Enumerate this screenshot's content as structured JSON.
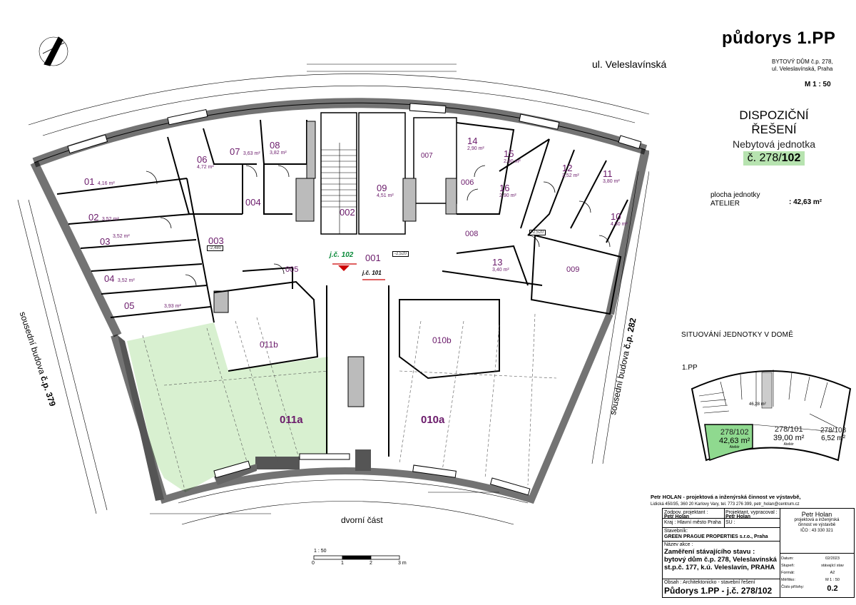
{
  "header": {
    "title": "půdorys 1.PP",
    "building_line1": "BYTOVÝ DŮM č.p. 278,",
    "building_line2": "ul. Veleslavínská, Praha",
    "scale": "M 1 : 50"
  },
  "disposition": {
    "line1": "DISPOZIČNÍ",
    "line2": "ŘEŠENÍ",
    "line3": "Nebytová  jednotka",
    "line4_prefix": "č. 278/",
    "line4_unit": "102"
  },
  "unit_area": {
    "label1": "plocha jednotky",
    "label2": "ATELIER",
    "value": ":  42,63 m²"
  },
  "streets": {
    "top": "ul. Veleslavínská",
    "left_prefix": "sousední budova ",
    "left_cp": "č.p. 379",
    "right_prefix": "sousední budova ",
    "right_cp": "č.p. 282",
    "courtyard": "dvorní část"
  },
  "rooms": [
    {
      "id": "01",
      "area": "4,16 m²"
    },
    {
      "id": "02",
      "area": "3,52 m²"
    },
    {
      "id": "03",
      "area": "3,52 m²"
    },
    {
      "id": "04",
      "area": "3,52 m²"
    },
    {
      "id": "05",
      "area": "3,93 m²"
    },
    {
      "id": "06",
      "area": "4,72 m²"
    },
    {
      "id": "07",
      "area": "3,63 m²"
    },
    {
      "id": "08",
      "area": "3,82 m²"
    },
    {
      "id": "09",
      "area": "4,51 m²"
    },
    {
      "id": "007",
      "area": ""
    },
    {
      "id": "14",
      "area": "2,90 m²"
    },
    {
      "id": "15",
      "area": "2,90 m²"
    },
    {
      "id": "16",
      "area": "2,90 m²"
    },
    {
      "id": "12",
      "area": "3,52 m²"
    },
    {
      "id": "11",
      "area": "3,80 m²"
    },
    {
      "id": "10",
      "area": "4,50 m²"
    },
    {
      "id": "13",
      "area": "3,40 m²"
    }
  ],
  "corridors": [
    "001",
    "002",
    "003",
    "004",
    "005",
    "006",
    "008",
    "009",
    "010b",
    "011b"
  ],
  "big_rooms": [
    "011a",
    "010a"
  ],
  "levels": [
    "-2,480",
    "-2,520",
    "-2,520"
  ],
  "entrances": {
    "a": "j.č. 102",
    "b": "j.č. 101"
  },
  "situation": {
    "title": "SITUOVÁNÍ JEDNOTKY V DOMĚ",
    "floor": "1.PP",
    "units": [
      {
        "id": "278/102",
        "area": "42,63 m²",
        "use": "Ateliér"
      },
      {
        "id": "278/101",
        "area": "39,00 m²",
        "use": "Ateliér"
      },
      {
        "id": "278/103",
        "area": "6,52 m²",
        "use": ""
      }
    ],
    "corridor_area": "46,28 m²"
  },
  "scale_bar": {
    "label": "1 : 50",
    "ticks": [
      "0",
      "1",
      "2",
      "3 m"
    ]
  },
  "title_block": {
    "company_line1": "Petr  HOLAN  -  projektová  a  inženýrská  činnost  ve  výstavbě,",
    "company_line2": "Lidická  450/35,  360 20  Karlovy  Vary,      tel.  773 276 399,      petr_holan@centrum.cz",
    "zodp_label": "Zodpov. projektant :",
    "zodp_value": "Petr Holan",
    "vypr_label": "Projektant, vypracoval :",
    "vypr_value": "Petr Holan",
    "kraj_label": "Kraj :",
    "kraj_value": "Hlavní město Praha",
    "su_label": "SÚ :",
    "investor_label": "Stavebník:",
    "investor_value": "GREEN  PRAGUE  PROPERTIES  s.r.o.,  Praha",
    "akce_label": "Název akce :",
    "akce_line1": "Zaměření stávajícího stavu :",
    "akce_line2": "bytový dům č.p. 278, Veleslavínská",
    "akce_line3": "st.p.č. 177, k.ú. Veleslavín, PRAHA",
    "obsah_label": "Obsah :  Architektonicko - stavební řešení",
    "obsah_value": "Půdorys 1.PP - j.č. 278/102",
    "firm_name": "Petr  Holan",
    "firm_desc1": "projektová a inženýrská",
    "firm_desc2": "činnost ve výstavbě",
    "ico": "IČO :  43 330 321",
    "rows": [
      {
        "label": "Datum:",
        "value": "02/2023"
      },
      {
        "label": "Stupeň:",
        "value": "stávající stav"
      },
      {
        "label": "Formát:",
        "value": "A2"
      },
      {
        "label": "Měřítko:",
        "value": "M 1 : 50"
      },
      {
        "label": "Číslo přílohy:",
        "value": "0.2"
      }
    ]
  }
}
